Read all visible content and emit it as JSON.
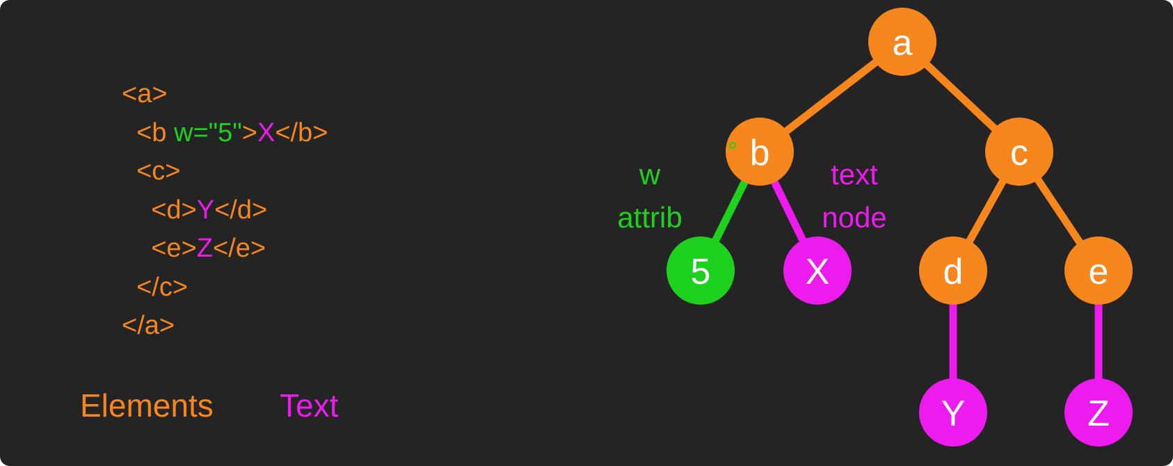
{
  "colors": {
    "background": "#242424",
    "element": "#f7861c",
    "attribute": "#1fd11f",
    "text": "#ee1bee",
    "node_label": "#ffffff"
  },
  "code_lines": [
    [
      {
        "t": "<a>",
        "k": "element"
      }
    ],
    [
      {
        "t": "  <b ",
        "k": "element"
      },
      {
        "t": "w=\"5\"",
        "k": "attribute"
      },
      {
        "t": ">",
        "k": "element"
      },
      {
        "t": "X",
        "k": "text"
      },
      {
        "t": "</b>",
        "k": "element"
      }
    ],
    [
      {
        "t": "  <c>",
        "k": "element"
      }
    ],
    [
      {
        "t": "    <d>",
        "k": "element"
      },
      {
        "t": "Y",
        "k": "text"
      },
      {
        "t": "</d>",
        "k": "element"
      }
    ],
    [
      {
        "t": "    <e>",
        "k": "element"
      },
      {
        "t": "Z",
        "k": "text"
      },
      {
        "t": "</e>",
        "k": "element"
      }
    ],
    [
      {
        "t": "  </c>",
        "k": "element"
      }
    ],
    [
      {
        "t": "</a>",
        "k": "element"
      }
    ]
  ],
  "legend": {
    "elements": "Elements",
    "text": "Text"
  },
  "tree": {
    "nodes": [
      {
        "id": "a",
        "label": "a",
        "kind": "element"
      },
      {
        "id": "b",
        "label": "b",
        "kind": "element"
      },
      {
        "id": "c",
        "label": "c",
        "kind": "element"
      },
      {
        "id": "5",
        "label": "5",
        "kind": "attribute"
      },
      {
        "id": "X",
        "label": "X",
        "kind": "text"
      },
      {
        "id": "d",
        "label": "d",
        "kind": "element"
      },
      {
        "id": "e",
        "label": "e",
        "kind": "element"
      },
      {
        "id": "Y",
        "label": "Y",
        "kind": "text"
      },
      {
        "id": "Z",
        "label": "Z",
        "kind": "text"
      }
    ],
    "edges": [
      {
        "from": "a",
        "to": "b",
        "kind": "element"
      },
      {
        "from": "a",
        "to": "c",
        "kind": "element"
      },
      {
        "from": "b",
        "to": "5",
        "kind": "attribute"
      },
      {
        "from": "b",
        "to": "X",
        "kind": "text"
      },
      {
        "from": "c",
        "to": "d",
        "kind": "element"
      },
      {
        "from": "c",
        "to": "e",
        "kind": "element"
      },
      {
        "from": "d",
        "to": "Y",
        "kind": "text"
      },
      {
        "from": "e",
        "to": "Z",
        "kind": "text"
      }
    ],
    "attrib_label": [
      "w",
      "attrib"
    ],
    "text_label": [
      "text",
      "node"
    ]
  }
}
